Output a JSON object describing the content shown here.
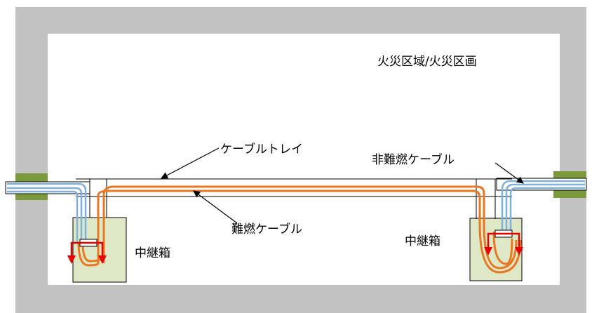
{
  "labels": {
    "area": "火災区域/火災区画",
    "tray": "ケーブルトレイ",
    "nonflame_cable": "非難燃ケーブル",
    "flame_cable": "難燃ケーブル",
    "junction_box_left": "中継箱",
    "junction_box_right": "中継箱"
  },
  "colors": {
    "wall": "#c2c2c2",
    "penetration_seal": "#7a9a3c",
    "junction_box": "#dfe8c6",
    "nonflame_cable": "#7fb0e0",
    "flame_cable": "#e87722",
    "arrow": "#e60000",
    "outline": "#000000"
  }
}
